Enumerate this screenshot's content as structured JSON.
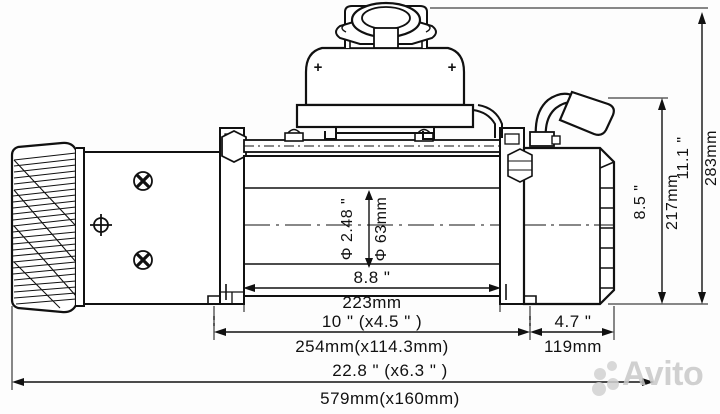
{
  "drawing": {
    "title": "Winch dimension drawing",
    "subject": "electric-winch",
    "background_color": "#fdfdfd",
    "line_color": "#111111",
    "units_note": "dual inch / millimetre dimensions"
  },
  "dimensions": {
    "drum_diameter": {
      "name": "drum-diameter",
      "imperial": "Φ 2.48 \"",
      "metric": "Φ 63mm",
      "orientation": "vertical"
    },
    "drum_width": {
      "name": "drum-width",
      "imperial": "8.8 \"",
      "metric": "223mm",
      "orientation": "horizontal"
    },
    "mounting_bolt_pattern": {
      "name": "mounting-bolt-pattern",
      "imperial": "10 \" (x4.5 \" )",
      "metric": "254mm(x114.3mm)",
      "orientation": "horizontal"
    },
    "gearbox_width": {
      "name": "gearbox-width",
      "imperial": "4.7 \"",
      "metric": "119mm",
      "orientation": "horizontal"
    },
    "overall_length": {
      "name": "overall-length",
      "imperial": "22.8 \" (x6.3 \" )",
      "metric": "579mm(x160mm)",
      "orientation": "horizontal"
    },
    "height_to_clutch": {
      "name": "height-to-clutch",
      "imperial": "8.5 \"",
      "metric": "217mm",
      "orientation": "vertical"
    },
    "overall_height": {
      "name": "overall-height",
      "imperial": "11.1 \"",
      "metric": "283mm",
      "orientation": "vertical"
    }
  },
  "terminals": {
    "left_plus": "+",
    "right_plus": "+"
  },
  "watermark": {
    "text": "Avito",
    "color": "#c9c9c9"
  }
}
